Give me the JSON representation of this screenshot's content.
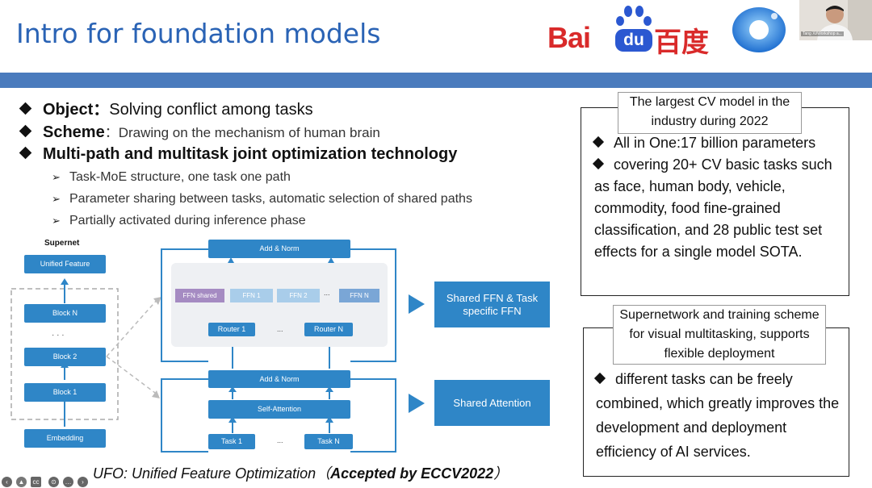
{
  "slide": {
    "title": "Intro for foundation models",
    "logo_text_latin_1": "Bai",
    "logo_text_paw": "du",
    "logo_text_cn": "百度"
  },
  "webcam": {
    "caption": "Tang Xi/Workshop a..."
  },
  "bullets": [
    {
      "key": "Object：",
      "text": "Solving conflict among tasks"
    },
    {
      "key": "Scheme",
      "text": "：Drawing on the mechanism of human brain"
    },
    {
      "key": "Multi-path and multitask joint optimization technology",
      "text": ""
    }
  ],
  "sub_bullets": [
    "Task-MoE structure, one task one path",
    "Parameter sharing between tasks, automatic selection of shared paths",
    "Partially activated during inference phase"
  ],
  "diagram": {
    "supernet_label": "Supernet",
    "unified_feature": "Unified Feature",
    "block_n": "Block N",
    "dots_v": "· · ·",
    "block_2": "Block 2",
    "block_1": "Block 1",
    "embedding": "Embedding",
    "add_norm_top": "Add & Norm",
    "ffn_shared": "FFN shared",
    "ffn_1": "FFN 1",
    "ffn_2": "FFN 2",
    "ffn_dots": "...",
    "ffn_n": "FFN N",
    "router_1": "Router 1",
    "router_dots": "...",
    "router_n": "Router N",
    "add_norm_bottom": "Add & Norm",
    "self_attention": "Self-Attention",
    "task_1": "Task 1",
    "task_dots": "...",
    "task_n": "Task N",
    "caption_ffn": "Shared FFN & Task specific FFN",
    "caption_attn": "Shared Attention"
  },
  "box1": {
    "label": "The largest CV model in the industry during 2022",
    "b1": "All in One:17 billion parameters",
    "b2": "covering 20+ CV basic tasks such as face, human body, vehicle, commodity, food fine-grained classification, and 28 public test set effects for a single model SOTA."
  },
  "box2": {
    "label": "Supernetwork and training scheme for visual multitasking, supports flexible deployment",
    "b1": "different tasks can be freely combined, which greatly improves the development and deployment efficiency of AI services."
  },
  "footer": {
    "prefix": "UFO: Unified Feature Optimization（",
    "bold": "Accepted by ECCV2022",
    "suffix": "）"
  },
  "controls": [
    "back-icon",
    "pointer-icon",
    "cc-icon",
    "zoom-icon",
    "more-icon",
    "next-icon"
  ],
  "colors": {
    "accent": "#2a63b5",
    "block": "#2f86c7",
    "logo_red": "#d92a2a",
    "logo_blue": "#2b58d1"
  }
}
